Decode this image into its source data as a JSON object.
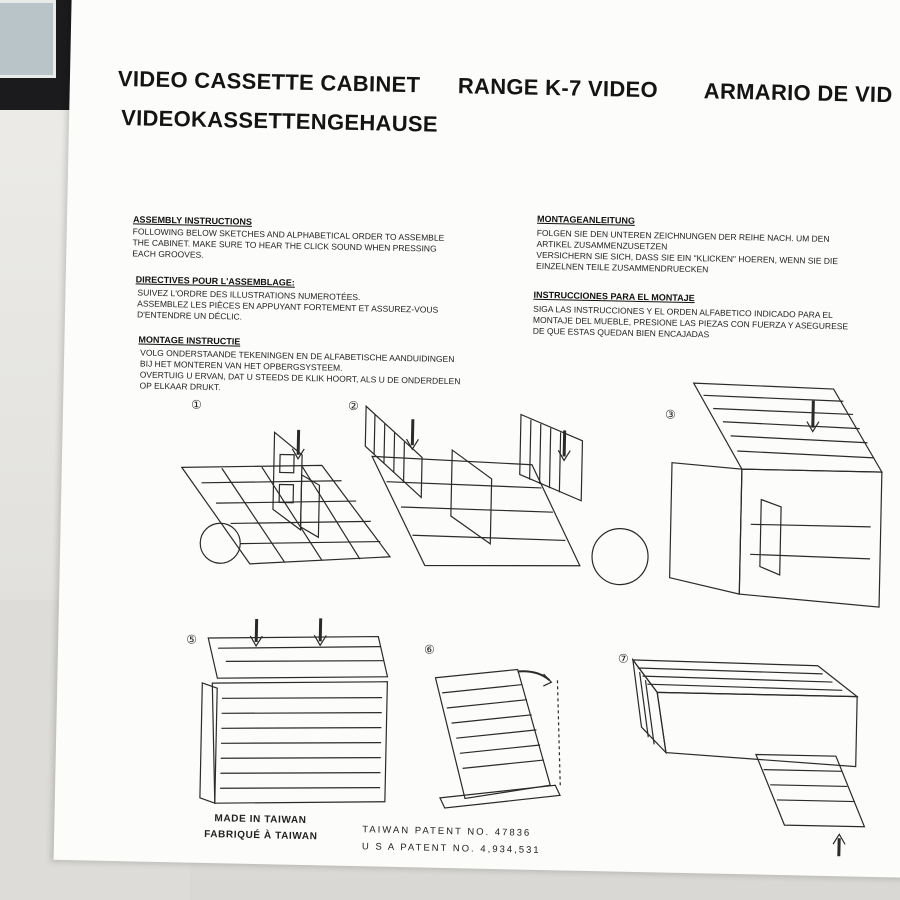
{
  "titles": {
    "en": "VIDEO CASSETTE CABINET",
    "fr": "RANGE K-7 VIDEO",
    "es": "ARMARIO DE VID",
    "de": "VIDEOKASSETTENGEHAUSE"
  },
  "instructions": {
    "en_heading": "ASSEMBLY INSTRUCTIONS",
    "en_text": "FOLLOWING BELOW SKETCHES AND ALPHABETICAL ORDER TO ASSEMBLE\nTHE CABINET. MAKE SURE TO HEAR THE CLICK SOUND WHEN PRESSING\nEACH GROOVES.",
    "fr_heading": "DIRECTIVES POUR L'ASSEMBLAGE:",
    "fr_text": "SUIVEZ L'ORDRE DES ILLUSTRATIONS NUMEROTÉES.\nASSEMBLEZ LES PIÈCES EN APPUYANT FORTEMENT ET ASSUREZ-VOUS\nD'ENTENDRE UN DÉCLIC.",
    "nl_heading": "MONTAGE INSTRUCTIE",
    "nl_text": "VOLG ONDERSTAANDE TEKENINGEN EN DE ALFABETISCHE AANDUIDINGEN\nBIJ HET MONTEREN VAN HET OPBERGSYSTEEM.\nOVERTUIG U ERVAN, DAT U STEEDS DE KLIK HOORT, ALS U DE ONDERDELEN\nOP ELKAAR DRUKT.",
    "de_heading": "MONTAGEANLEITUNG",
    "de_text": "FOLGEN SIE DEN UNTEREN ZEICHNUNGEN DER REIHE NACH. UM DEN\nARTIKEL ZUSAMMENZUSETZEN\nVERSICHERN SIE SICH, DASS SIE EIN \"KLICKEN\" HOEREN, WENN SIE DIE\nEINZELNEN TEILE ZUSAMMENDRUECKEN",
    "es_heading": "INSTRUCCIONES PARA EL MONTAJE",
    "es_text": "SIGA LAS INSTRUCCIONES Y EL ORDEN ALFABETICO INDICADO PARA EL\nMONTAJE DEL MUEBLE, PRESIONE LAS PIEZAS CON FUERZA Y ASEGURESE\nDE QUE ESTAS QUEDAN BIEN ENCAJADAS"
  },
  "steps": [
    "①",
    "②",
    "③",
    "⑤",
    "⑥",
    "⑦"
  ],
  "footer": {
    "made_en": "MADE IN TAIWAN",
    "made_fr": "FABRIQUÉ À TAIWAN",
    "patent_tw": "TAIWAN  PATENT  NO.  47836",
    "patent_us": "U  S  A    PATENT  NO.  4,934,531"
  },
  "colors": {
    "paper": "#fcfcfb",
    "ink": "#141414",
    "wall": "#e9e8e4",
    "frame": "#1b1b1d"
  }
}
